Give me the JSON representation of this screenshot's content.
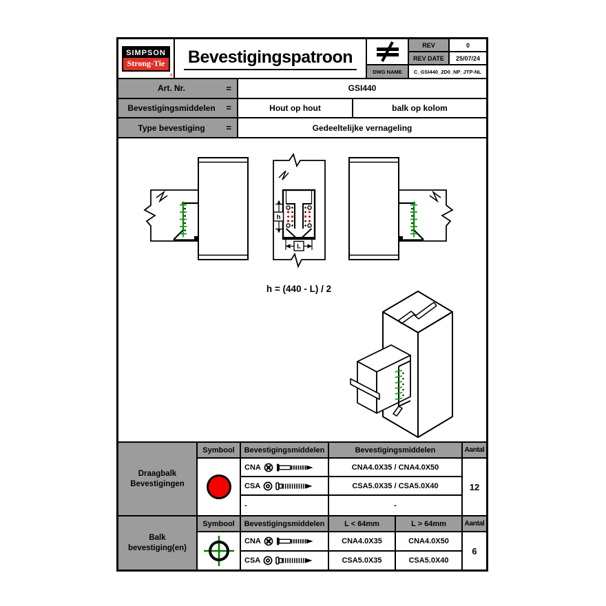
{
  "header": {
    "logo_line1": "SIMPSON",
    "logo_line2": "Strong-Tie",
    "logo_reg": "®",
    "title": "Bevestigingspatroon",
    "rev": {
      "label": "REV",
      "value": "0"
    },
    "rev_date": {
      "label": "REV DATE",
      "value": "25/07/24"
    },
    "dwg": {
      "label": "DWG NAME",
      "value": "C_GSI440_2D0_NP_JTP-NL"
    }
  },
  "info": {
    "art_nr": {
      "label": "Art. Nr.",
      "eq": "=",
      "value": "GSI440"
    },
    "middelen": {
      "label": "Bevestigingsmiddelen",
      "eq": "=",
      "value1": "Hout op hout",
      "value2": "balk op kolom"
    },
    "type": {
      "label": "Type bevestiging",
      "eq": "=",
      "value": "Gedeeltelijke vernageling"
    }
  },
  "drawing": {
    "formula": "h = (440 - L) / 2",
    "dim_h": "h",
    "dim_l": "L"
  },
  "table_draagbalk": {
    "row_label": "Draagbalk Bevestigingen",
    "col_symbool": "Symbool",
    "col_middelen1": "Bevestigingsmiddelen",
    "col_middelen2": "Bevestigingsmiddelen",
    "col_aantal": "Aantal",
    "rows": [
      {
        "code": "CNA",
        "spec": "CNA4.0X35 / CNA4.0X50"
      },
      {
        "code": "CSA",
        "spec": "CSA5.0X35 / CSA5.0X40"
      },
      {
        "code": "-",
        "spec": "-"
      }
    ],
    "aantal": "12"
  },
  "table_balk": {
    "row_label": "Balk bevestiging(en)",
    "col_symbool": "Symbool",
    "col_middelen": "Bevestigingsmiddelen",
    "col_l_small": "L < 64mm",
    "col_l_large": "L > 64mm",
    "col_aantal": "Aantal",
    "rows": [
      {
        "code": "CNA",
        "l_small": "CNA4.0X35",
        "l_large": "CNA4.0X50"
      },
      {
        "code": "CSA",
        "l_small": "CSA5.0X35",
        "l_large": "CSA5.0X40"
      }
    ],
    "aantal": "6"
  },
  "colors": {
    "header_gray": "#9c9c9c",
    "logo_red": "#dd3126",
    "symbol_red": "#f40000",
    "fastener_green": "#00a300",
    "crosshair_green": "#007d00"
  }
}
